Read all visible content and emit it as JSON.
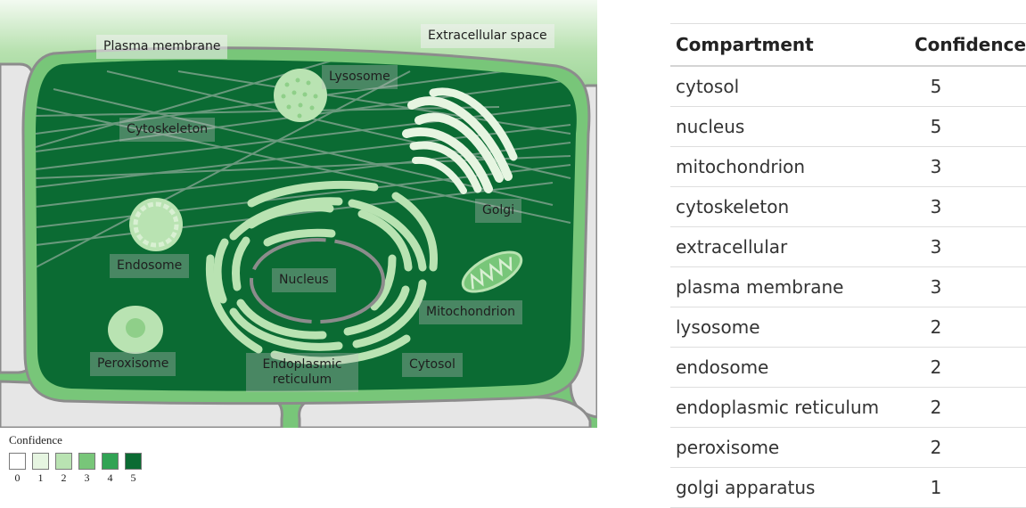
{
  "figure": {
    "labels": {
      "plasma_membrane": "Plasma membrane",
      "extracellular_space": "Extracellular space",
      "lysosome": "Lysosome",
      "cytoskeleton": "Cytoskeleton",
      "golgi": "Golgi",
      "endosome": "Endosome",
      "nucleus": "Nucleus",
      "mitochondrion": "Mitochondrion",
      "peroxisome": "Peroxisome",
      "endoplasmic_reticulum": "Endoplasmic reticulum",
      "cytosol": "Cytosol"
    },
    "confidence_by_compartment": {
      "cytosol": 5,
      "nucleus": 5,
      "mitochondrion": 3,
      "cytoskeleton": 3,
      "extracellular": 3,
      "plasma_membrane": 3,
      "lysosome": 2,
      "endosome": 2,
      "endoplasmic_reticulum": 2,
      "peroxisome": 2,
      "golgi": 1
    },
    "colors": {
      "level_0": "#ffffff",
      "level_1": "#e6f5e1",
      "level_2": "#b9e3b2",
      "level_3": "#78c679",
      "level_4": "#31a354",
      "level_5": "#0b6b33",
      "cell_outline": "#8c8c8c",
      "neighbor_cells": "#e6e6e6"
    }
  },
  "legend": {
    "title": "Confidence",
    "levels": [
      "0",
      "1",
      "2",
      "3",
      "4",
      "5"
    ]
  },
  "table": {
    "headers": [
      "Compartment",
      "Confidence"
    ],
    "rows": [
      {
        "compartment": "cytosol",
        "confidence": "5"
      },
      {
        "compartment": "nucleus",
        "confidence": "5"
      },
      {
        "compartment": "mitochondrion",
        "confidence": "3"
      },
      {
        "compartment": "cytoskeleton",
        "confidence": "3"
      },
      {
        "compartment": "extracellular",
        "confidence": "3"
      },
      {
        "compartment": "plasma membrane",
        "confidence": "3"
      },
      {
        "compartment": "lysosome",
        "confidence": "2"
      },
      {
        "compartment": "endosome",
        "confidence": "2"
      },
      {
        "compartment": "endoplasmic reticulum",
        "confidence": "2"
      },
      {
        "compartment": "peroxisome",
        "confidence": "2"
      },
      {
        "compartment": "golgi apparatus",
        "confidence": "1"
      }
    ]
  }
}
